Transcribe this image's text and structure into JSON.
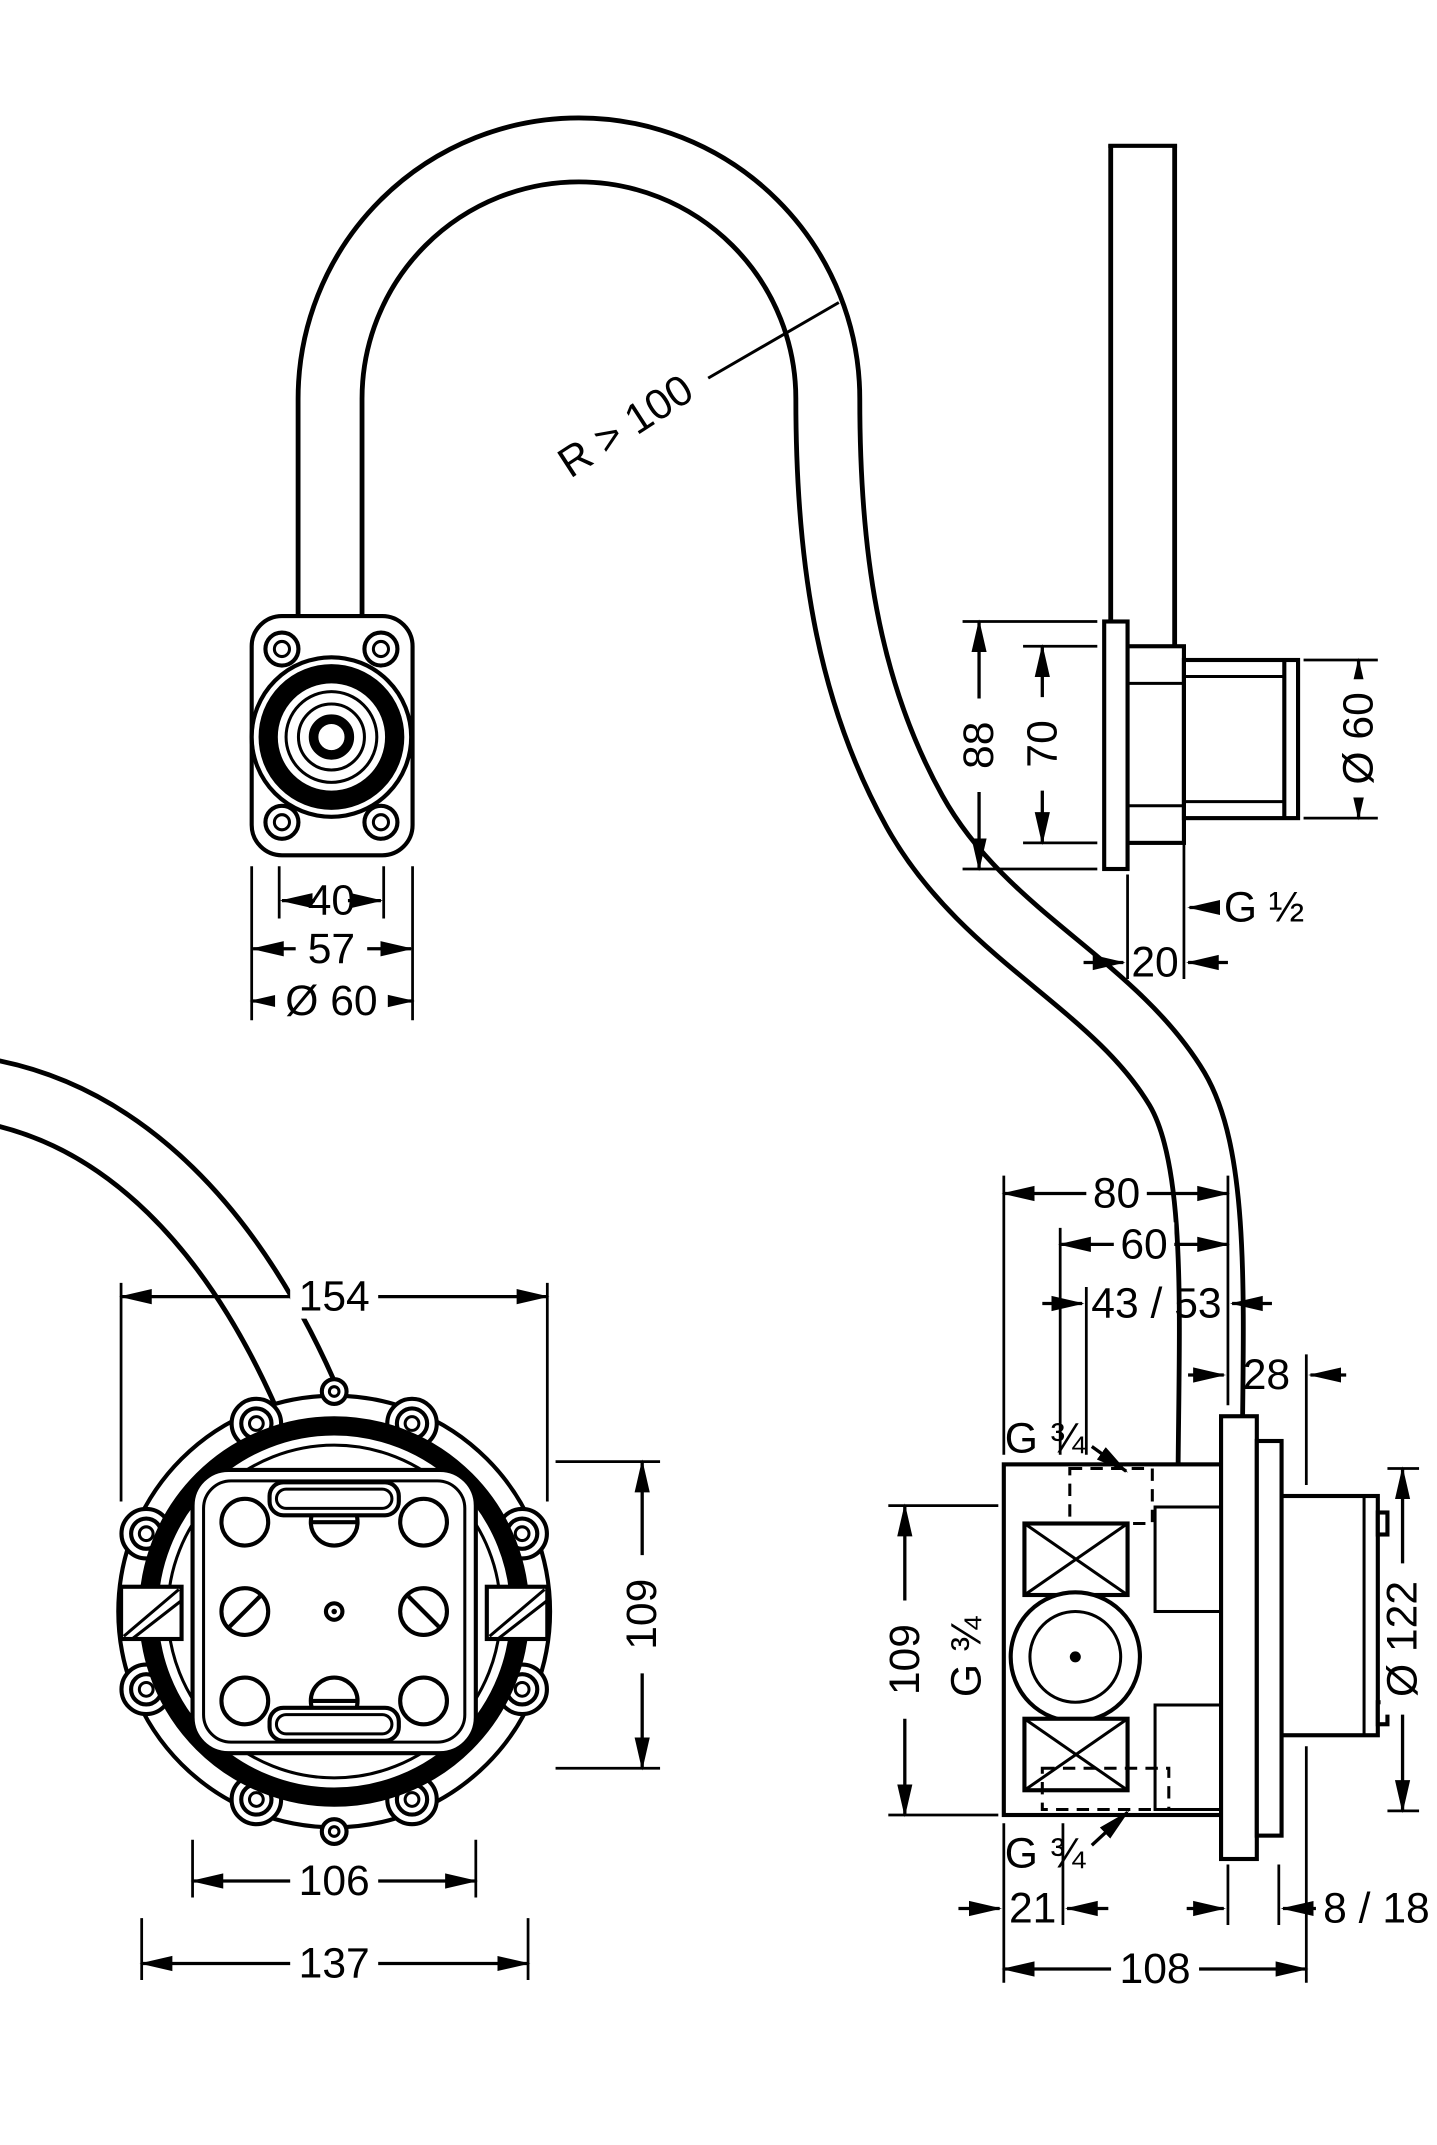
{
  "note_radius": "R > 100",
  "flange": {
    "dim_40": "40",
    "dim_57": "57",
    "dim_diameter": "Ø 60"
  },
  "flange_side": {
    "dim_88": "88",
    "dim_70": "70",
    "dim_diameter": "Ø 60",
    "thread": "G ½",
    "dim_20": "20"
  },
  "body": {
    "dim_154": "154",
    "dim_109": "109",
    "dim_106": "106",
    "dim_137": "137"
  },
  "body_side": {
    "dim_80": "80",
    "dim_60": "60",
    "dim_43_53": "43 / 53",
    "dim_28": "28",
    "thread_top": "G ¾",
    "dim_109": "109",
    "thread_side": "G ¾",
    "dim_diameter": "Ø 122",
    "thread_bottom": "G ¾",
    "dim_21": "21",
    "dim_8_18": "8 / 18",
    "dim_108": "108"
  },
  "colors": {
    "line": "#000000",
    "background": "#ffffff"
  }
}
